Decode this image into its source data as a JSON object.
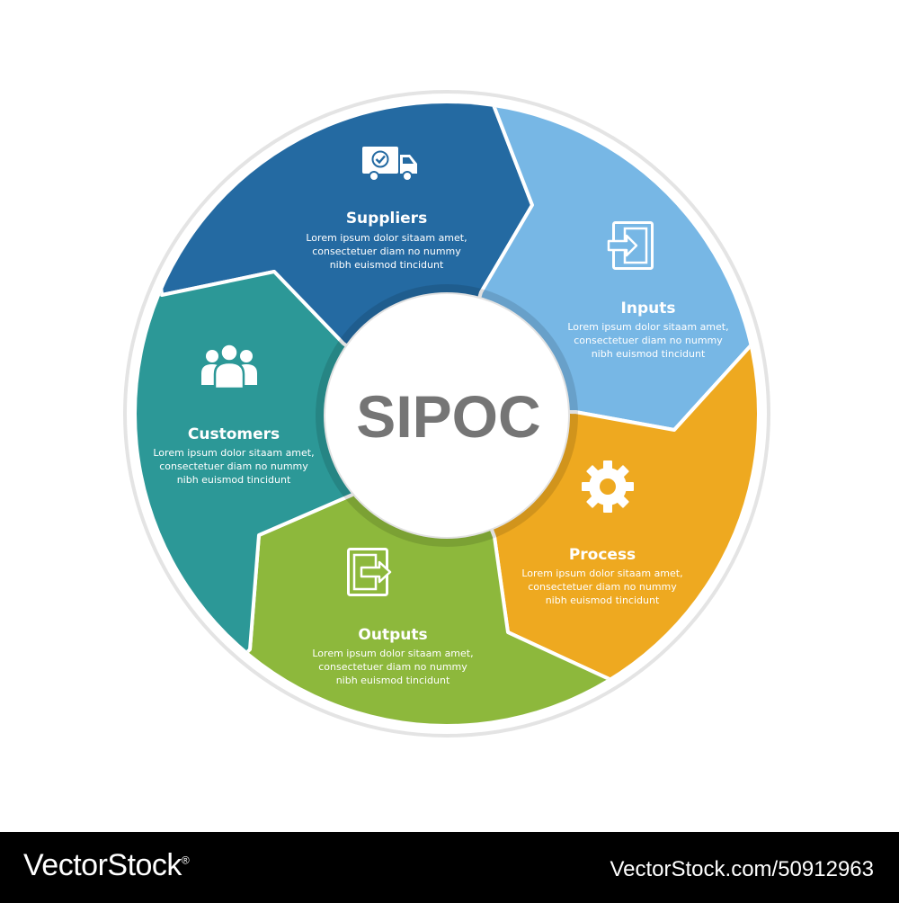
{
  "diagram": {
    "center_label": "SIPOC",
    "segments": [
      {
        "title": "Suppliers",
        "body_lines": [
          "Lorem ipsum dolor sitaam amet,",
          "consectetuer diam no nummy",
          "nibh euismod tincidunt"
        ],
        "color": "#246AA2",
        "icon": "truck-icon"
      },
      {
        "title": "Inputs",
        "body_lines": [
          "Lorem ipsum dolor sitaam amet,",
          "consectetuer diam no nummy",
          "nibh euismod tincidunt"
        ],
        "color": "#77B7E5",
        "icon": "sign-in-icon"
      },
      {
        "title": "Process",
        "body_lines": [
          "Lorem ipsum dolor sitaam amet,",
          "consectetuer diam no nummy",
          "nibh euismod tincidunt"
        ],
        "color": "#EEA920",
        "icon": "gear-icon"
      },
      {
        "title": "Outputs",
        "body_lines": [
          "Lorem ipsum dolor sitaam amet,",
          "consectetuer diam no nummy",
          "nibh euismod tincidunt"
        ],
        "color": "#8DB83C",
        "icon": "sign-out-icon"
      },
      {
        "title": "Customers",
        "body_lines": [
          "Lorem ipsum dolor sitaam amet,",
          "consectetuer diam no nummy",
          "nibh euismod tincidunt"
        ],
        "color": "#2C9897",
        "icon": "users-icon"
      }
    ]
  },
  "footer": {
    "brand": "VectorStock",
    "brand_mark": "®",
    "reference": "VectorStock.com/50912963"
  }
}
